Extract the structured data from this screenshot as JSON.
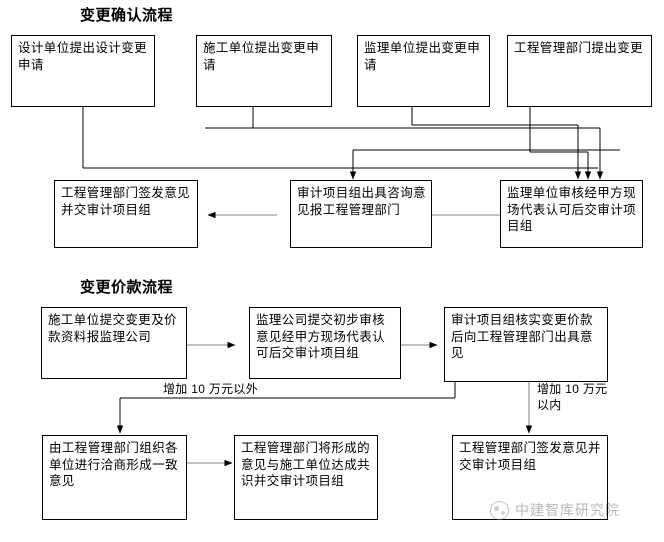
{
  "sections": [
    {
      "id": "change-confirmation",
      "title": "变更确认流程"
    },
    {
      "id": "change-pricing",
      "title": "变更价款流程"
    }
  ],
  "flow1": {
    "title": "变更确认流程",
    "nodes": [
      {
        "id": "n1",
        "label": "设计单位提出设计变更申请"
      },
      {
        "id": "n2",
        "label": "施工单位提出变更申请"
      },
      {
        "id": "n3",
        "label": "监理单位提出变更申请"
      },
      {
        "id": "n4",
        "label": "工程管理部门提出变更"
      },
      {
        "id": "n5",
        "label": "工程管理部门签发意见并交审计项目组"
      },
      {
        "id": "n6",
        "label": "审计项目组出具咨询意见报工程管理部门"
      },
      {
        "id": "n7",
        "label": "监理单位审核经甲方现场代表认可后交审计项目组"
      }
    ]
  },
  "flow2": {
    "title": "变更价款流程",
    "nodes": [
      {
        "id": "m1",
        "label": "施工单位提交变更及价款资料报监理公司"
      },
      {
        "id": "m2",
        "label": "监理公司提交初步审核意见经甲方现场代表认可后交审计项目组"
      },
      {
        "id": "m3",
        "label": "审计项目组核实变更价款后向工程管理部门出具意见"
      },
      {
        "id": "m4",
        "label": "由工程管理部门组织各单位进行洽商形成一致意见"
      },
      {
        "id": "m5",
        "label": "工程管理部门将形成的意见与施工单位达成共识并交审计项目组"
      },
      {
        "id": "m6",
        "label": "工程管理部门签发意见并交审计项目组"
      }
    ],
    "edge_labels": [
      {
        "id": "e1",
        "text": "增加 10 万元以外"
      },
      {
        "id": "e2",
        "text": "增加 10 万元\n以内"
      }
    ]
  },
  "watermark": {
    "text": "中建智库研究院"
  },
  "colors": {
    "line": "#000000",
    "arrow_gray": "#808080",
    "box_border": "#000000",
    "background": "#ffffff"
  }
}
